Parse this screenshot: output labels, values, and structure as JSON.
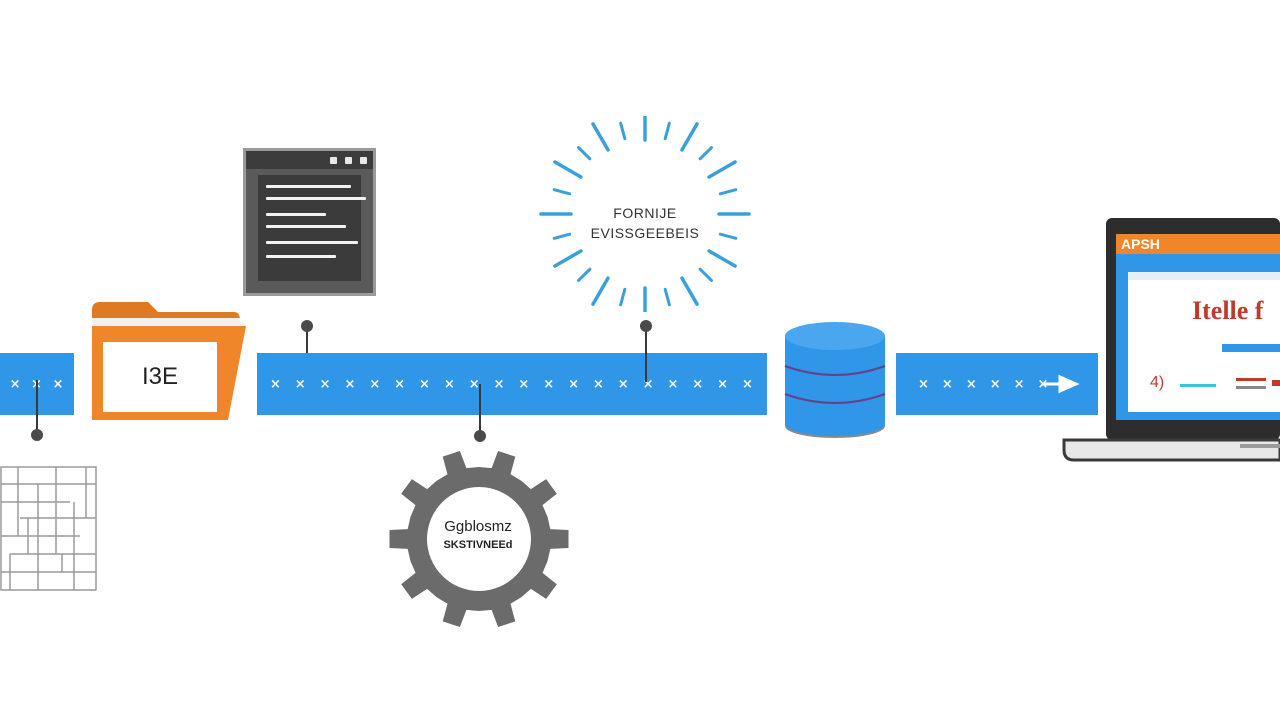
{
  "folder": {
    "label": "I3E",
    "icon": "folder-icon",
    "color": "#f0862a"
  },
  "terminal": {
    "icon": "terminal-window-icon"
  },
  "burst": {
    "line1": "FORNIJE",
    "line2": "EVISSGEEBEIS",
    "color": "#3aa0dc"
  },
  "gear": {
    "line1": "Ggblosmz",
    "line2": "SKSTIVNEEd",
    "icon": "gear-icon"
  },
  "database": {
    "icon": "database-icon",
    "color": "#2f96e8"
  },
  "laptop": {
    "title": "APSH",
    "heading": "Itelle f",
    "small": "4)",
    "icon": "laptop-icon"
  },
  "band": {
    "marks": "×"
  },
  "colors": {
    "band": "#2f96e8",
    "orange": "#f0862a",
    "gray": "#6b6b6b"
  }
}
